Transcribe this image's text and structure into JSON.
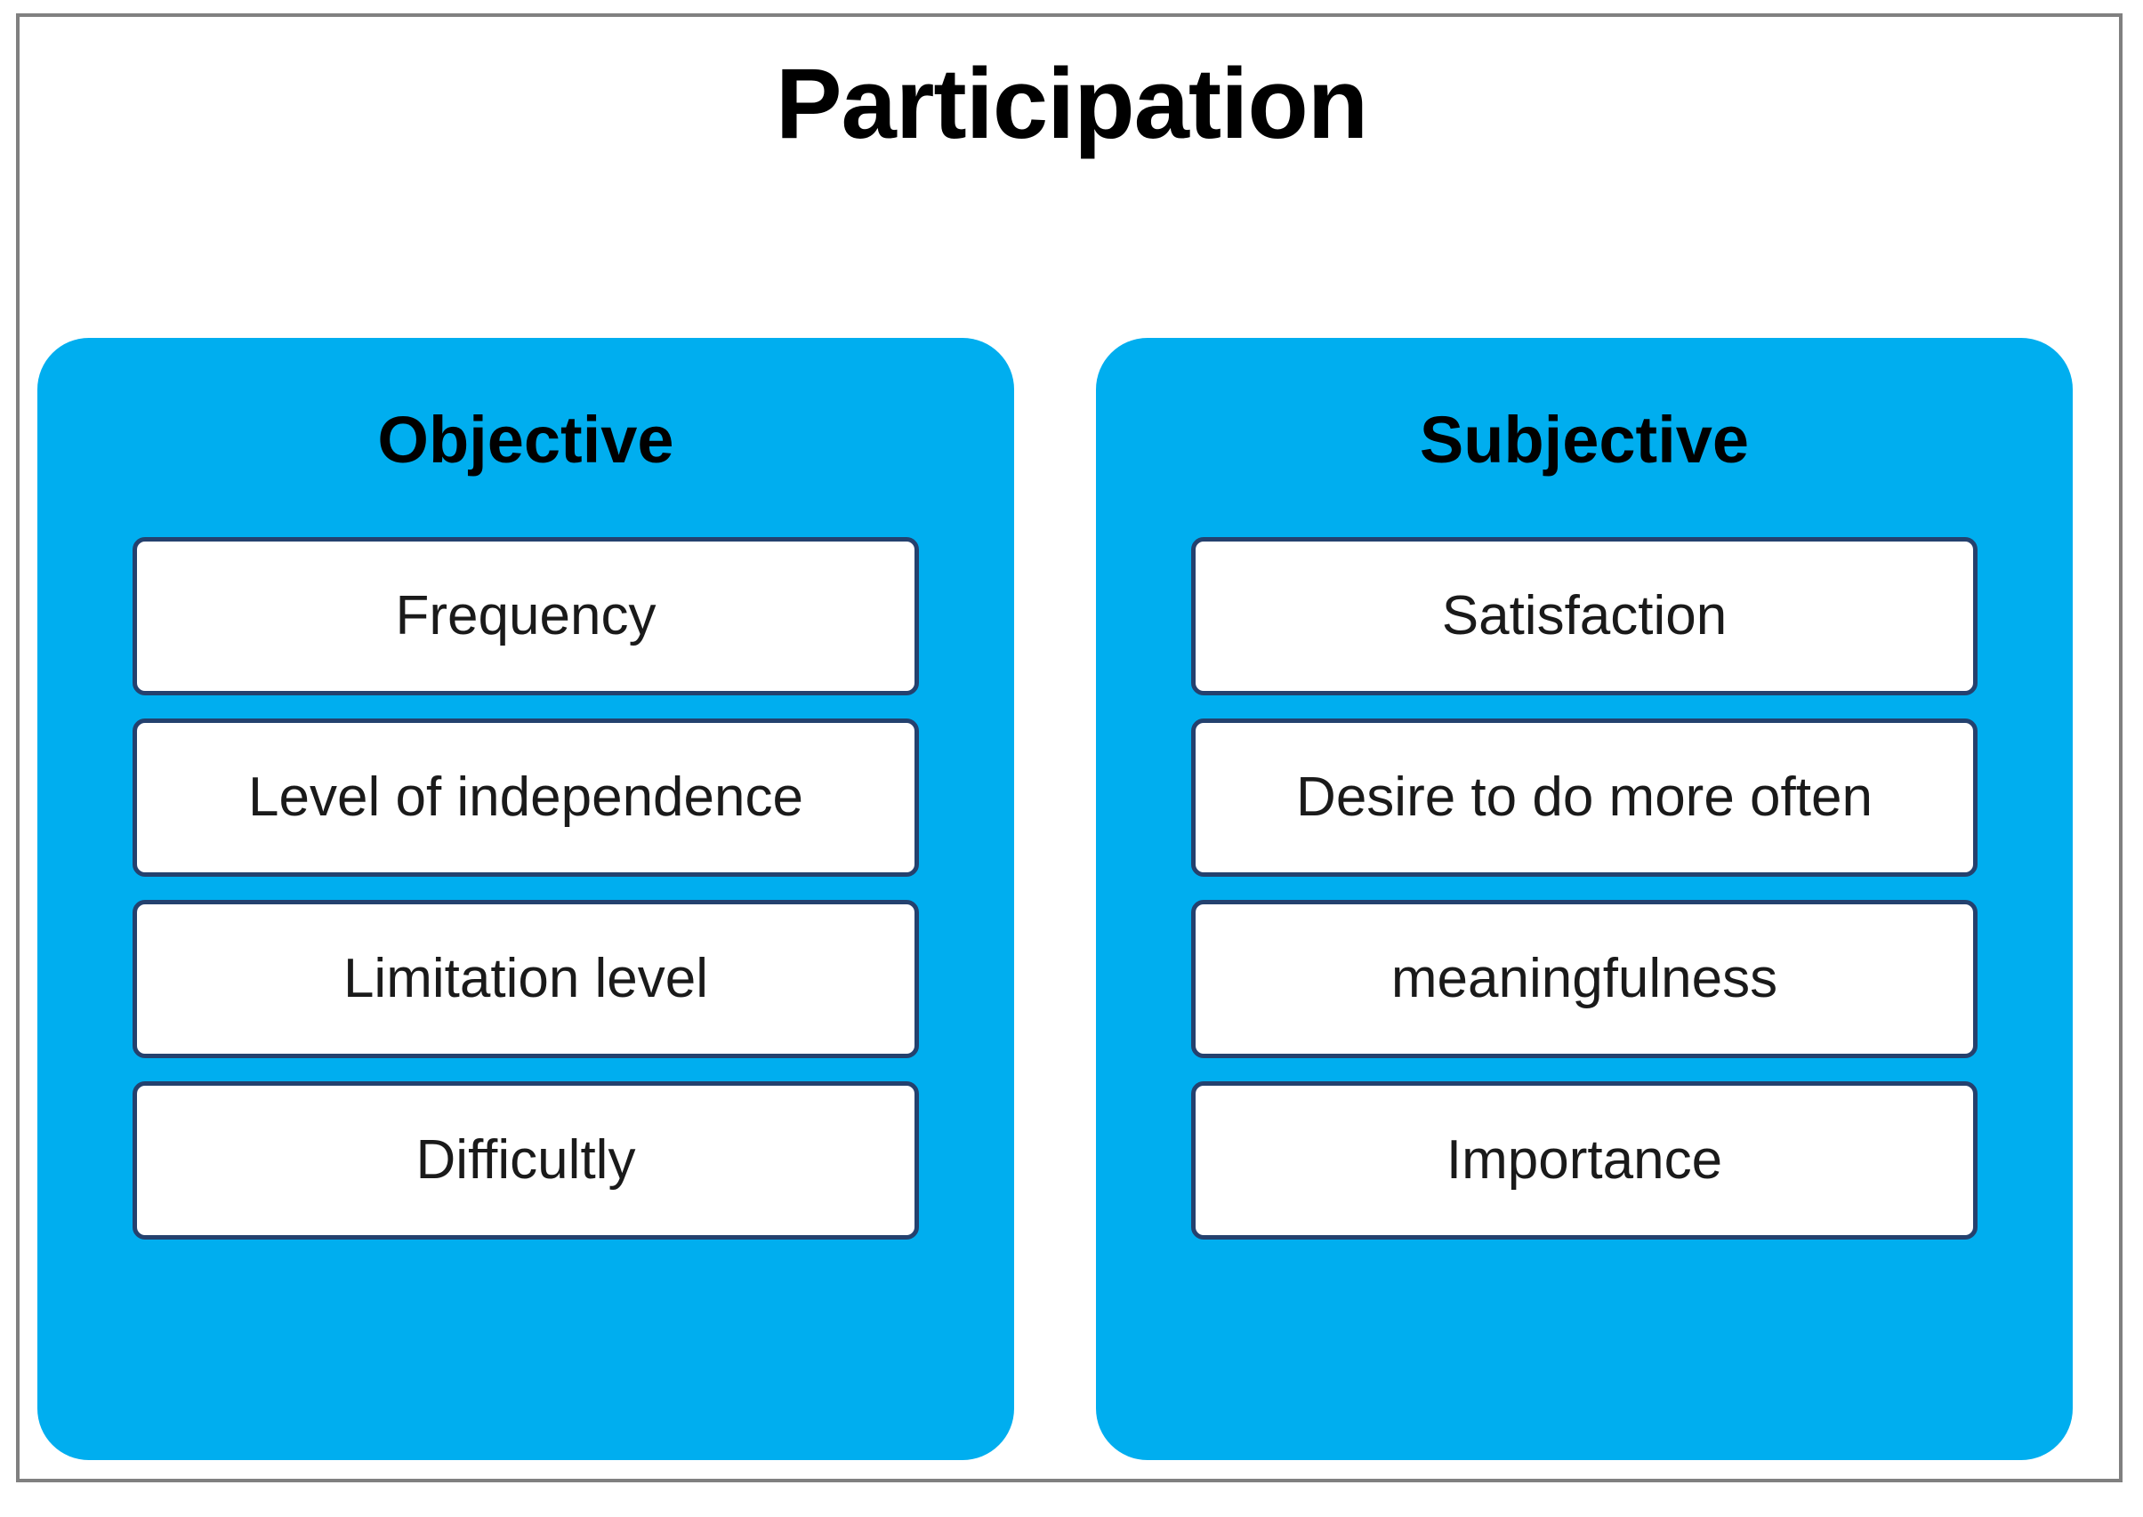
{
  "diagram": {
    "title": "Participation",
    "frame_color": "#808080",
    "panel_color": "#00AEEF",
    "box_border_color": "#24416E",
    "box_fill_color": "#FFFFFF",
    "text_color": "#000000",
    "columns": [
      {
        "id": "objective",
        "heading": "Objective",
        "items": [
          "Frequency",
          "Level of independence",
          "Limitation level",
          "Difficultly"
        ]
      },
      {
        "id": "subjective",
        "heading": "Subjective",
        "items": [
          "Satisfaction",
          "Desire to do more often",
          "meaningfulness",
          "Importance"
        ]
      }
    ]
  }
}
